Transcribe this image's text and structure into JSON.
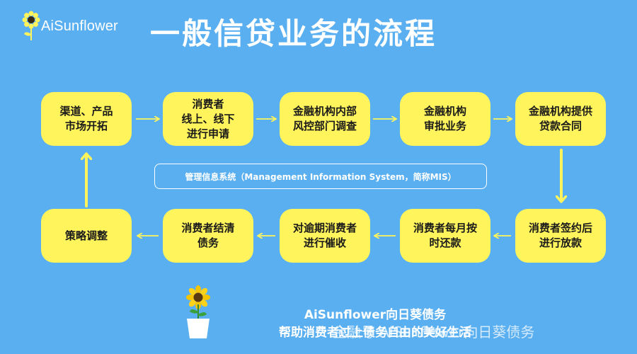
{
  "logo": {
    "text": "AiSunflower"
  },
  "title": "一般信贷业务的流程",
  "row1": [
    {
      "id": "channel",
      "label": "渠道、产品\n市场开拓"
    },
    {
      "id": "apply",
      "label": "消费者\n线上、线下\n进行申请"
    },
    {
      "id": "risk",
      "label": "金融机构内部\n风控部门调查"
    },
    {
      "id": "approve",
      "label": "金融机构\n审批业务"
    },
    {
      "id": "contract",
      "label": "金融机构提供\n贷款合同"
    }
  ],
  "row2": [
    {
      "id": "strategy",
      "label": "策略调整"
    },
    {
      "id": "settle",
      "label": "消费者结清\n债务"
    },
    {
      "id": "collect",
      "label": "对逾期消费者\n进行催收"
    },
    {
      "id": "repay",
      "label": "消费者每月按\n时还款"
    },
    {
      "id": "disburse",
      "label": "消费者签约后\n进行放款"
    }
  ],
  "mis_label": "管理信息系统（Management Information System，简称MIS）",
  "footer": {
    "line1": "AiSunflower向日葵债务",
    "line2": "帮助消费者过上债务自由的美好生活"
  },
  "watermark": "金融号 AiSunflower向日葵债务",
  "colors": {
    "background": "#5aaff0",
    "box": "#fff45c",
    "arrow": "#fff45c"
  }
}
